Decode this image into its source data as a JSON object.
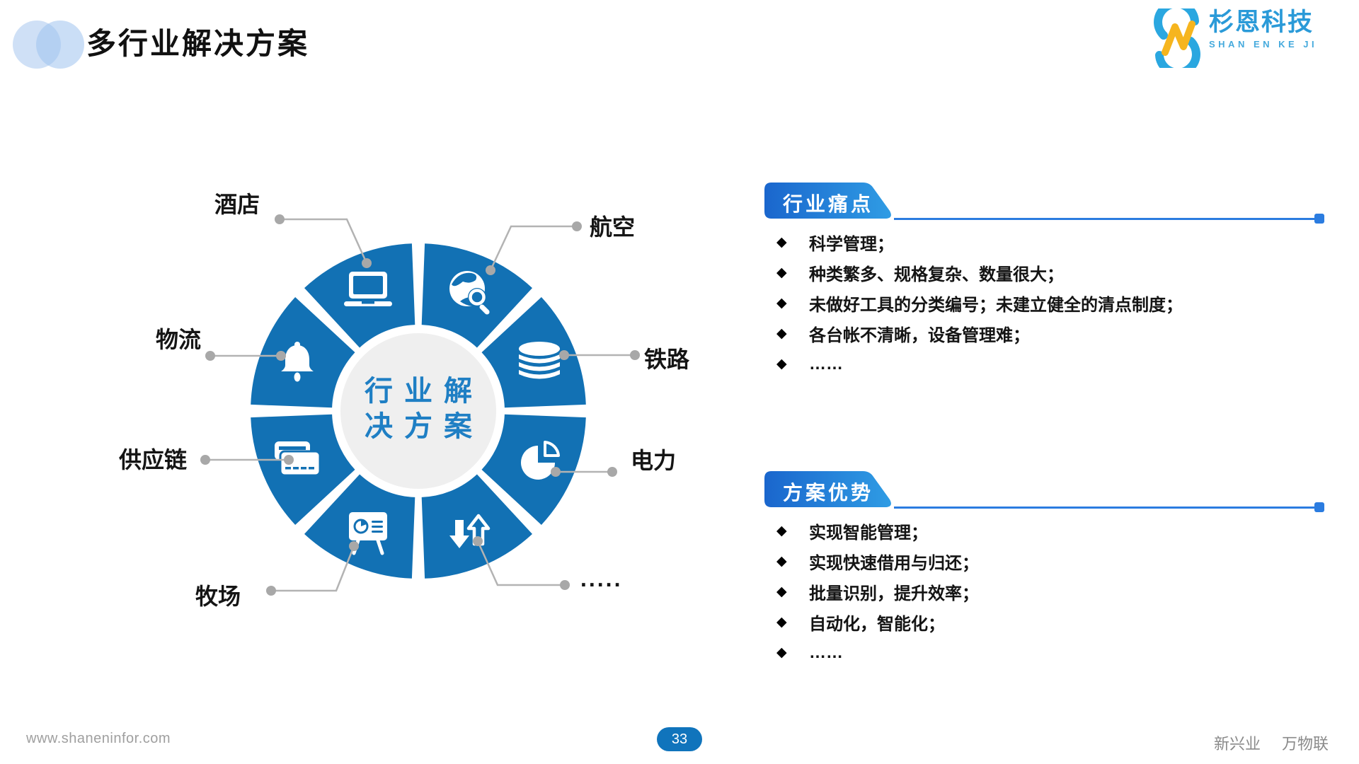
{
  "slide": {
    "title": "多行业解决方案",
    "page_number": "33",
    "footer_url": "www.shaneninfor.com",
    "slogan_left": "新兴业",
    "slogan_right": "万物联"
  },
  "logo": {
    "name": "杉恩科技",
    "subtitle": "SHAN EN KE JI"
  },
  "wheel": {
    "center": {
      "line1": "行业解",
      "line2": "决方案"
    },
    "labels": [
      {
        "text": "酒店",
        "icon": "laptop-icon"
      },
      {
        "text": "航空",
        "icon": "globe-search-icon"
      },
      {
        "text": "铁路",
        "icon": "database-icon"
      },
      {
        "text": "电力",
        "icon": "pie-chart-icon"
      },
      {
        "text": ".....",
        "icon": "transfer-arrows-icon"
      },
      {
        "text": "牧场",
        "icon": "presentation-board-icon"
      },
      {
        "text": "供应链",
        "icon": "credit-card-icon"
      },
      {
        "text": "物流",
        "icon": "bell-icon"
      }
    ]
  },
  "panels": {
    "bullet_glyph": "◆",
    "pain": {
      "title": "行业痛点",
      "items": [
        "科学管理；",
        "种类繁多、规格复杂、数量很大；",
        "未做好工具的分类编号；未建立健全的清点制度；",
        "各台帐不清晰，设备管理难；",
        "……"
      ]
    },
    "advantage": {
      "title": "方案优势",
      "items": [
        "实现智能管理；",
        "实现快速借用与归还；",
        "批量识别，提升效率；",
        "自动化，智能化；",
        "……"
      ]
    }
  },
  "colors": {
    "wheel_blue": "#1271b4",
    "ribbon_start": "#1a66cd",
    "ribbon_end": "#2f9ce4",
    "accent_line": "#2b7ce0",
    "center_text": "#1f7fc4",
    "connector_gray": "#a8a8a8",
    "page_pill": "#1074bc",
    "logo_blue": "#2aa7e0",
    "logo_yellow": "#f6b51e"
  }
}
